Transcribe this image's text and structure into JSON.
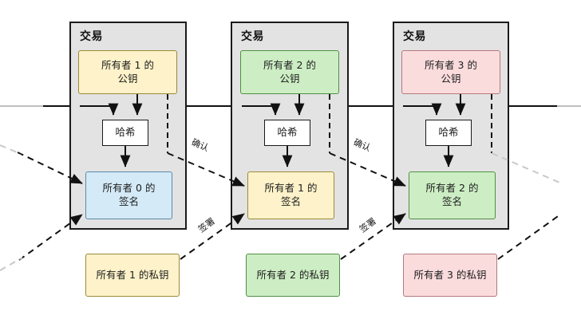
{
  "diagram": {
    "title_hidden": "",
    "transactions": [
      {
        "header": "交易",
        "public_key": "所有者 1 的\n公钥",
        "public_key_line1": "所有者 1 的",
        "public_key_line2": "公钥",
        "hash": "哈希",
        "signature_line1": "所有者 0 的",
        "signature_line2": "签名",
        "public_key_color": "#fdf2c9",
        "signature_color": "#d4eaf7"
      },
      {
        "header": "交易",
        "public_key": "所有者 2 的\n公钥",
        "public_key_line1": "所有者 2 的",
        "public_key_line2": "公钥",
        "hash": "哈希",
        "signature_line1": "所有者 1 的",
        "signature_line2": "签名",
        "public_key_color": "#cdeec4",
        "signature_color": "#fdf2c9"
      },
      {
        "header": "交易",
        "public_key": "所有者 3 的\n公钥",
        "public_key_line1": "所有者 3 的",
        "public_key_line2": "公钥",
        "hash": "哈希",
        "signature_line1": "所有者 2 的",
        "signature_line2": "签名",
        "public_key_color": "#fbdcdd",
        "signature_color": "#cdeec4"
      }
    ],
    "private_keys": [
      {
        "line1": "所有者 1 的",
        "line2": "私钥",
        "color": "#fdf2c9"
      },
      {
        "line1": "所有者 2 的",
        "line2": "私钥",
        "color": "#cdeec4"
      },
      {
        "line1": "所有者 3 的",
        "line2": "私钥",
        "color": "#fbdcdd"
      }
    ],
    "edge_labels": [
      {
        "text": "确认",
        "role": "verify"
      },
      {
        "text": "签署",
        "role": "sign"
      },
      {
        "text": "确认",
        "role": "verify"
      },
      {
        "text": "签署",
        "role": "sign"
      }
    ],
    "colors": {
      "transaction_fill": "#e3e3e3",
      "transaction_stroke": "#1a1a1a",
      "yellow": "#fdf2c9",
      "green": "#cdeec4",
      "pink": "#fbdcdd",
      "blue": "#d4eaf7",
      "line": "#1a1a1a",
      "background": "#ffffff"
    }
  }
}
